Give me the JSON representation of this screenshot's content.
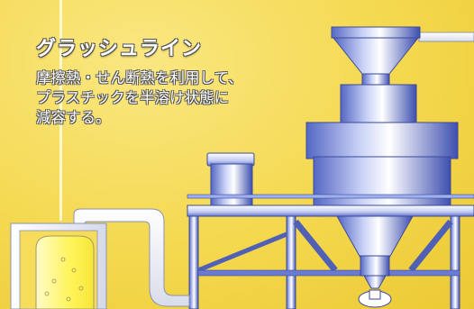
{
  "heading": "グラッシュライン",
  "description": [
    "摩擦熱・せん断熱を利用して、",
    "プラスチックを半溶け状態に",
    "減容する。"
  ],
  "colors": {
    "background": "#f4d84e",
    "machine_body": "#8ea0e8",
    "frame": "#5b6fb9",
    "tank_fill": "#fff799"
  }
}
